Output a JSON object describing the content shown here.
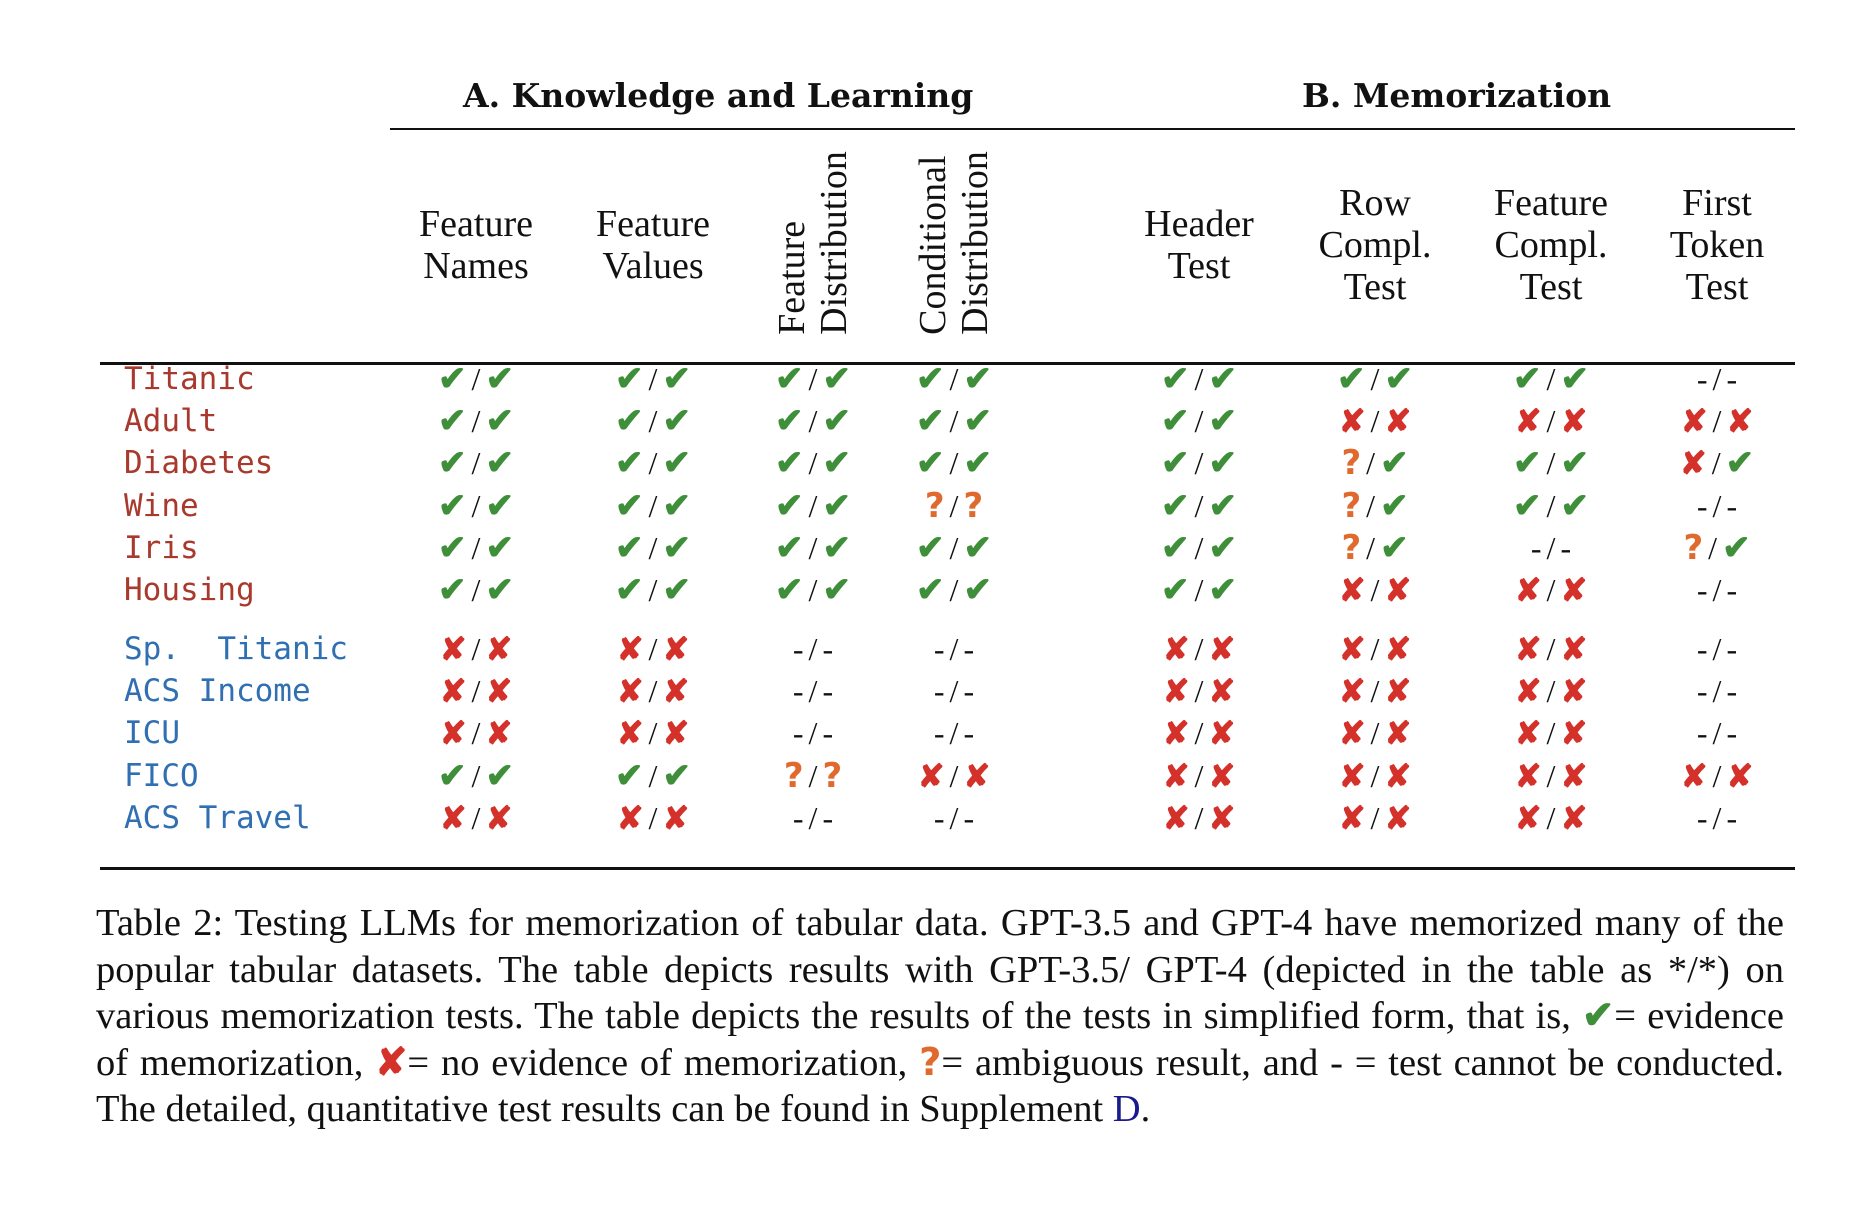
{
  "groups": {
    "a": "A. Knowledge and Learning",
    "b": "B. Memorization"
  },
  "columns": [
    {
      "lines": [
        "Feature",
        "Names"
      ],
      "rotated": false
    },
    {
      "lines": [
        "Feature",
        "Values"
      ],
      "rotated": false
    },
    {
      "lines": [
        "Feature",
        "Distribution"
      ],
      "rotated": true
    },
    {
      "lines": [
        "Conditional",
        "Distribution"
      ],
      "rotated": true
    },
    {
      "lines": [
        "Header",
        "Test"
      ],
      "rotated": false
    },
    {
      "lines": [
        "Row",
        "Compl.",
        "Test"
      ],
      "rotated": false
    },
    {
      "lines": [
        "Feature",
        "Compl.",
        "Test"
      ],
      "rotated": false
    },
    {
      "lines": [
        "First",
        "Token",
        "Test"
      ],
      "rotated": false
    }
  ],
  "symbols": {
    "check": "✔",
    "cross": "✘",
    "question": "?",
    "dash": "-",
    "separator": "/"
  },
  "rows": [
    {
      "label": "Titanic",
      "color": "red",
      "cells": [
        [
          "c",
          "c"
        ],
        [
          "c",
          "c"
        ],
        [
          "c",
          "c"
        ],
        [
          "c",
          "c"
        ],
        [
          "c",
          "c"
        ],
        [
          "c",
          "c"
        ],
        [
          "c",
          "c"
        ],
        [
          "d",
          "d"
        ]
      ]
    },
    {
      "label": "Adult",
      "color": "red",
      "cells": [
        [
          "c",
          "c"
        ],
        [
          "c",
          "c"
        ],
        [
          "c",
          "c"
        ],
        [
          "c",
          "c"
        ],
        [
          "c",
          "c"
        ],
        [
          "x",
          "x"
        ],
        [
          "x",
          "x"
        ],
        [
          "x",
          "x"
        ]
      ]
    },
    {
      "label": "Diabetes",
      "color": "red",
      "cells": [
        [
          "c",
          "c"
        ],
        [
          "c",
          "c"
        ],
        [
          "c",
          "c"
        ],
        [
          "c",
          "c"
        ],
        [
          "c",
          "c"
        ],
        [
          "q",
          "c"
        ],
        [
          "c",
          "c"
        ],
        [
          "x",
          "c"
        ]
      ]
    },
    {
      "label": "Wine",
      "color": "red",
      "cells": [
        [
          "c",
          "c"
        ],
        [
          "c",
          "c"
        ],
        [
          "c",
          "c"
        ],
        [
          "q",
          "q"
        ],
        [
          "c",
          "c"
        ],
        [
          "q",
          "c"
        ],
        [
          "c",
          "c"
        ],
        [
          "d",
          "d"
        ]
      ]
    },
    {
      "label": "Iris",
      "color": "red",
      "cells": [
        [
          "c",
          "c"
        ],
        [
          "c",
          "c"
        ],
        [
          "c",
          "c"
        ],
        [
          "c",
          "c"
        ],
        [
          "c",
          "c"
        ],
        [
          "q",
          "c"
        ],
        [
          "d",
          "d"
        ],
        [
          "q",
          "c"
        ]
      ]
    },
    {
      "label": "Housing",
      "color": "red",
      "cells": [
        [
          "c",
          "c"
        ],
        [
          "c",
          "c"
        ],
        [
          "c",
          "c"
        ],
        [
          "c",
          "c"
        ],
        [
          "c",
          "c"
        ],
        [
          "x",
          "x"
        ],
        [
          "x",
          "x"
        ],
        [
          "d",
          "d"
        ]
      ]
    },
    {
      "label": "Sp.  Titanic",
      "color": "blue",
      "cells": [
        [
          "x",
          "x"
        ],
        [
          "x",
          "x"
        ],
        [
          "d",
          "d"
        ],
        [
          "d",
          "d"
        ],
        [
          "x",
          "x"
        ],
        [
          "x",
          "x"
        ],
        [
          "x",
          "x"
        ],
        [
          "d",
          "d"
        ]
      ]
    },
    {
      "label": "ACS Income",
      "color": "blue",
      "cells": [
        [
          "x",
          "x"
        ],
        [
          "x",
          "x"
        ],
        [
          "d",
          "d"
        ],
        [
          "d",
          "d"
        ],
        [
          "x",
          "x"
        ],
        [
          "x",
          "x"
        ],
        [
          "x",
          "x"
        ],
        [
          "d",
          "d"
        ]
      ]
    },
    {
      "label": "ICU",
      "color": "blue",
      "cells": [
        [
          "x",
          "x"
        ],
        [
          "x",
          "x"
        ],
        [
          "d",
          "d"
        ],
        [
          "d",
          "d"
        ],
        [
          "x",
          "x"
        ],
        [
          "x",
          "x"
        ],
        [
          "x",
          "x"
        ],
        [
          "d",
          "d"
        ]
      ]
    },
    {
      "label": "FICO",
      "color": "blue",
      "cells": [
        [
          "c",
          "c"
        ],
        [
          "c",
          "c"
        ],
        [
          "q",
          "q"
        ],
        [
          "x",
          "x"
        ],
        [
          "x",
          "x"
        ],
        [
          "x",
          "x"
        ],
        [
          "x",
          "x"
        ],
        [
          "x",
          "x"
        ]
      ]
    },
    {
      "label": "ACS Travel",
      "color": "blue",
      "cells": [
        [
          "x",
          "x"
        ],
        [
          "x",
          "x"
        ],
        [
          "d",
          "d"
        ],
        [
          "d",
          "d"
        ],
        [
          "x",
          "x"
        ],
        [
          "x",
          "x"
        ],
        [
          "x",
          "x"
        ],
        [
          "d",
          "d"
        ]
      ]
    }
  ],
  "caption": {
    "part1": "Table 2: Testing LLMs for memorization of tabular data. GPT-3.5 and GPT-4 have memorized many of the popular tabular datasets.  The table depicts results with GPT-3.5/ GPT-4 (depicted in the table as */*) on various memorization tests. The table depicts the results of the tests in simplified form, that is, ",
    "part2": "= evidence of memorization, ",
    "part3": "= no evidence of memorization, ",
    "part4": "= ambiguous result, and - = test cannot be conducted.  The detailed, quantitative test results can be found in Supplement ",
    "ref": "D",
    "end": "."
  },
  "colors": {
    "check": "#3f8f3a",
    "cross": "#d3312a",
    "question": "#e06a2e",
    "label_red": "#a8392c",
    "label_blue": "#2f6fb2",
    "ref": "#1a1a8c"
  }
}
